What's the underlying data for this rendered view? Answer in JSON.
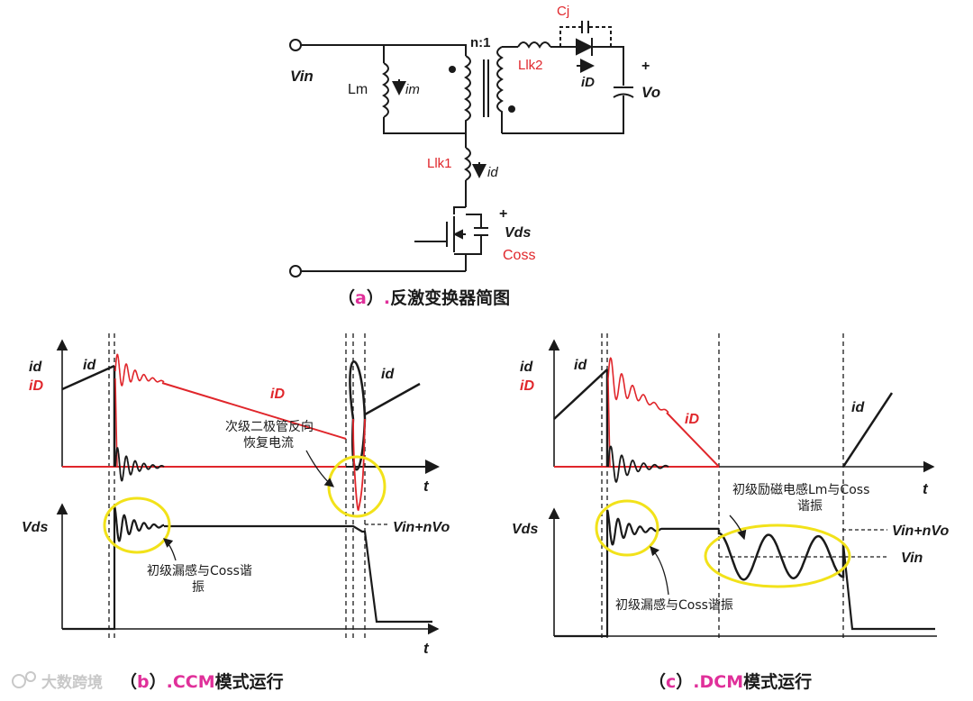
{
  "colors": {
    "ink": "#1a1a1a",
    "red": "#e0262b",
    "magenta": "#e0309a",
    "highlight": "#f2e21a",
    "watermark": "#c8c8c8"
  },
  "circuit": {
    "vin": "Vin",
    "lm": "Lm",
    "im": "im",
    "ratio": "n:1",
    "cj": "Cj",
    "lk2": "Llk2",
    "lk1": "Llk1",
    "id_label": "iD",
    "vo": "Vo",
    "id_small": "id",
    "vds": "Vds",
    "coss": "Coss",
    "plus": "+",
    "caption_open": "（",
    "caption_letter": "a",
    "caption_close": "）",
    "caption_dot": ".",
    "caption_text": "反激变换器简图"
  },
  "ccm": {
    "axis_id": "id",
    "axis_iD": "iD",
    "id_label_1": "id",
    "id_label_2": "id",
    "iD_label": "iD",
    "t_label_1": "t",
    "t_label_2": "t",
    "vds_label": "Vds",
    "vin_nvo": "Vin+nVo",
    "note_reverse_1": "次级二极管反向",
    "note_reverse_2": "恢复电流",
    "note_ringing_1": "初级漏感与Coss谐",
    "note_ringing_2": "振",
    "caption_open": "（",
    "caption_letter": "b",
    "caption_close": "）",
    "caption_mode": ".CCM",
    "caption_text": "模式运行"
  },
  "dcm": {
    "axis_id": "id",
    "axis_iD": "iD",
    "id_label_1": "id",
    "id_label_2": "id",
    "iD_label": "iD",
    "t_label": "t",
    "vds_label": "Vds",
    "vin_nvo": "Vin+nVo",
    "vin": "Vin",
    "note_lm_1": "初级励磁电感Lm与Coss",
    "note_lm_2": "谐振",
    "note_ringing": "初级漏感与Coss谐振",
    "caption_open": "（",
    "caption_letter": "c",
    "caption_close": "）",
    "caption_mode": ".DCM",
    "caption_text": "模式运行"
  },
  "watermark": {
    "text": "大数跨境"
  }
}
